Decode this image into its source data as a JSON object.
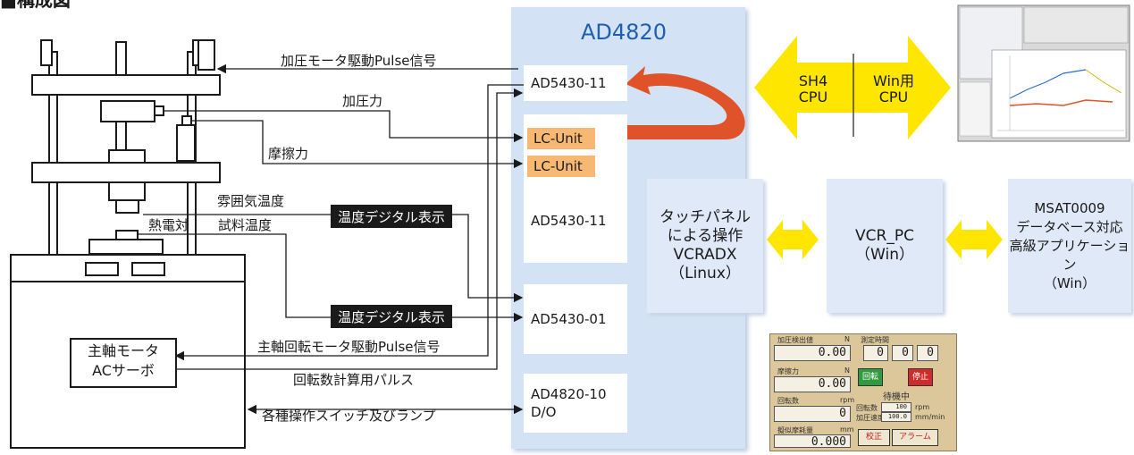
{
  "heading": "■構成図",
  "controller": {
    "title": "AD4820",
    "modules": {
      "ad5430_top": "AD5430-11",
      "lc_unit_1": "LC-Unit",
      "lc_unit_2": "LC-Unit",
      "ad5430_mid": "AD5430-11",
      "ad5430_01": "AD5430-01",
      "ad4820_10": "AD4820-10\nD/O"
    }
  },
  "cpu_arrow": {
    "left": "SH4\nCPU",
    "right": "Win用\nCPU"
  },
  "signals": {
    "pressure_pulse": "加圧モータ駆動Pulse信号",
    "pressure_force": "加圧力",
    "friction_force": "摩擦力",
    "ambient_temp": "雰囲気温度",
    "thermocouple": "熱電対",
    "sample_temp": "試料温度",
    "temp_display_1": "温度デジタル表示",
    "temp_display_2": "温度デジタル表示",
    "spindle_pulse": "主軸回転モータ駆動Pulse信号",
    "rpm_pulse": "回転数計算用パルス",
    "switches": "各種操作スイッチ及びランプ"
  },
  "servo": "主軸モータ\nACサーボ",
  "side_boxes": {
    "touch": "タッチパネル\nによる操作\nVCRADX\n（Linux）",
    "vcr": "VCR_PC\n（Win）",
    "msat": "MSAT0009\nデータベース対応\n高級アプリケーション\n（Win）"
  },
  "panel": {
    "load_label": "加圧検出値",
    "load_unit": "N",
    "load_value": "0.00",
    "time_label": "測定時間",
    "time_h": "0",
    "time_m": "0",
    "time_s": "0",
    "friction_label": "摩擦力",
    "friction_unit": "N",
    "friction_value": "0.00",
    "run_button": "回転",
    "stop_button": "停止",
    "status": "待機中",
    "rpm_label": "回転数",
    "rpm_unit": "rpm",
    "rpm_small_label": "回転数",
    "rpm_small_value": "100",
    "speed_label": "加圧速度",
    "speed_value": "100.0",
    "speed_unit": "mm/min",
    "rpm_value": "0",
    "wear_label": "擬似摩耗量",
    "wear_unit": "mm",
    "wear_value": "0.000",
    "calib_button": "校正",
    "alarm_button": "アラーム"
  },
  "colors": {
    "controller_bg": "#d3e3f5",
    "arrow_yellow": "#ffe600",
    "curve_red": "#e0522a",
    "lc_orange": "#f6b872",
    "panel_bg": "#dcc79a"
  }
}
